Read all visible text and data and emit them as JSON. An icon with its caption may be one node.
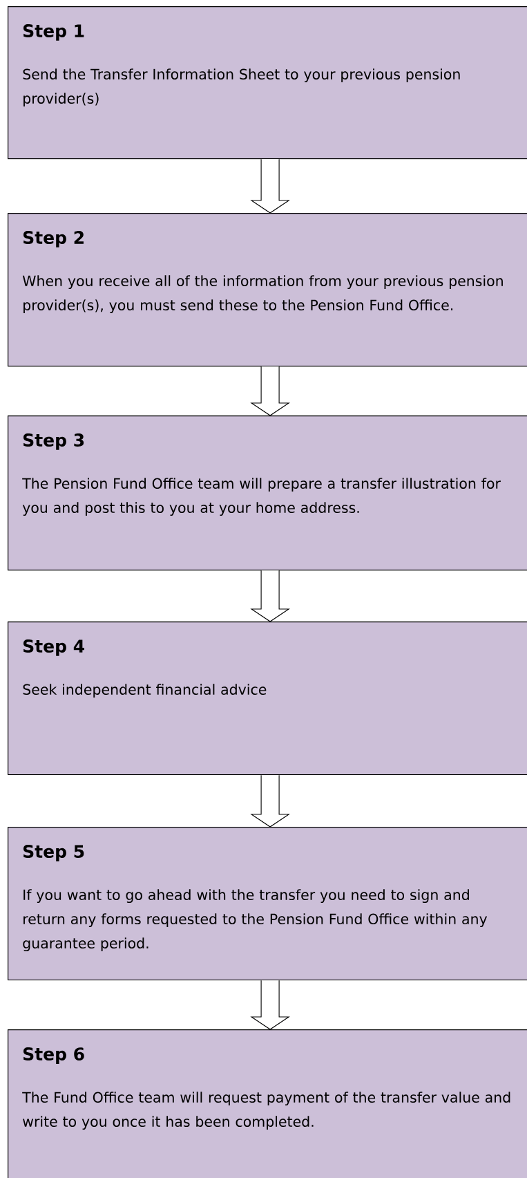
{
  "diagram": {
    "nodes": [
      {
        "text": [
          "Step 1",
          "Send the Transfer Information Sheet to your previous pension provider(s)"
        ]
      },
      {
        "text": [
          "Step 2",
          "When you receive all of the information from your previous pension provider(s), you must send these to the Pension Fund Office."
        ]
      },
      {
        "text": [
          "Step 3",
          "The Pension Fund Office team will prepare a transfer illustration for you and post this to you at your home address."
        ]
      },
      {
        "text": [
          "Step 4",
          "Seek independent financial advice"
        ]
      },
      {
        "text": [
          "Step 5",
          "If you want to go ahead with the transfer you need to sign and return any forms requested to the Pension Fund Office within any guarantee period."
        ]
      },
      {
        "text": [
          "Step 6",
          "The Fund Office team will request payment of the transfer value and write to you once it has been completed."
        ]
      }
    ],
    "edges": [
      {
        "from": 0,
        "to": 1,
        "arrow": "to"
      },
      {
        "from": 1,
        "to": 2,
        "arrow": "to"
      },
      {
        "from": 2,
        "to": 3,
        "arrow": "to"
      },
      {
        "from": 3,
        "to": 4,
        "arrow": "to"
      },
      {
        "from": 4,
        "to": 5,
        "arrow": "to"
      }
    ]
  }
}
